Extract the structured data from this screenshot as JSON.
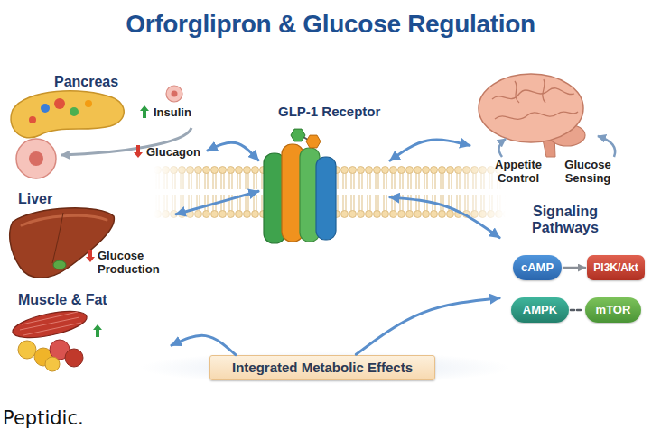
{
  "diagram": {
    "title": "Orforglipron & Glucose Regulation",
    "caption": "Peptidic.",
    "nodes": [
      {
        "text": [
          "Pancreas",
          "Insulin",
          "Glucagon"
        ]
      },
      {
        "text": [
          "GLP-1 Receptor"
        ]
      },
      {
        "text": [
          "Appetite Control",
          "Glucose Sensing"
        ]
      },
      {
        "text": [
          "Liver",
          "Glucose Production"
        ]
      },
      {
        "text": [
          "Signaling Pathways"
        ]
      },
      {
        "text": [
          "cAMP"
        ],
        "in": 4
      },
      {
        "text": [
          "PI3K/Akt"
        ],
        "in": 4
      },
      {
        "text": [
          "AMPK"
        ],
        "in": 4
      },
      {
        "text": [
          "mTOR"
        ],
        "in": 4
      },
      {
        "text": [
          "Muscle & Fat"
        ]
      },
      {
        "text": [
          "Integrated Metabolic Effects"
        ]
      }
    ],
    "edges": [
      {
        "from": 1,
        "to": 0,
        "arrow": "both"
      },
      {
        "from": 1,
        "to": 2,
        "arrow": "both"
      },
      {
        "from": 1,
        "to": 3,
        "arrow": "both"
      },
      {
        "from": 1,
        "to": 4,
        "arrow": "both"
      },
      {
        "from": 5,
        "to": 6,
        "arrow": "to"
      },
      {
        "from": 7,
        "to": 8,
        "arrow": "none"
      },
      {
        "from": 10,
        "to": 9,
        "arrow": "to"
      },
      {
        "from": 10,
        "to": 4,
        "arrow": "to"
      }
    ]
  }
}
